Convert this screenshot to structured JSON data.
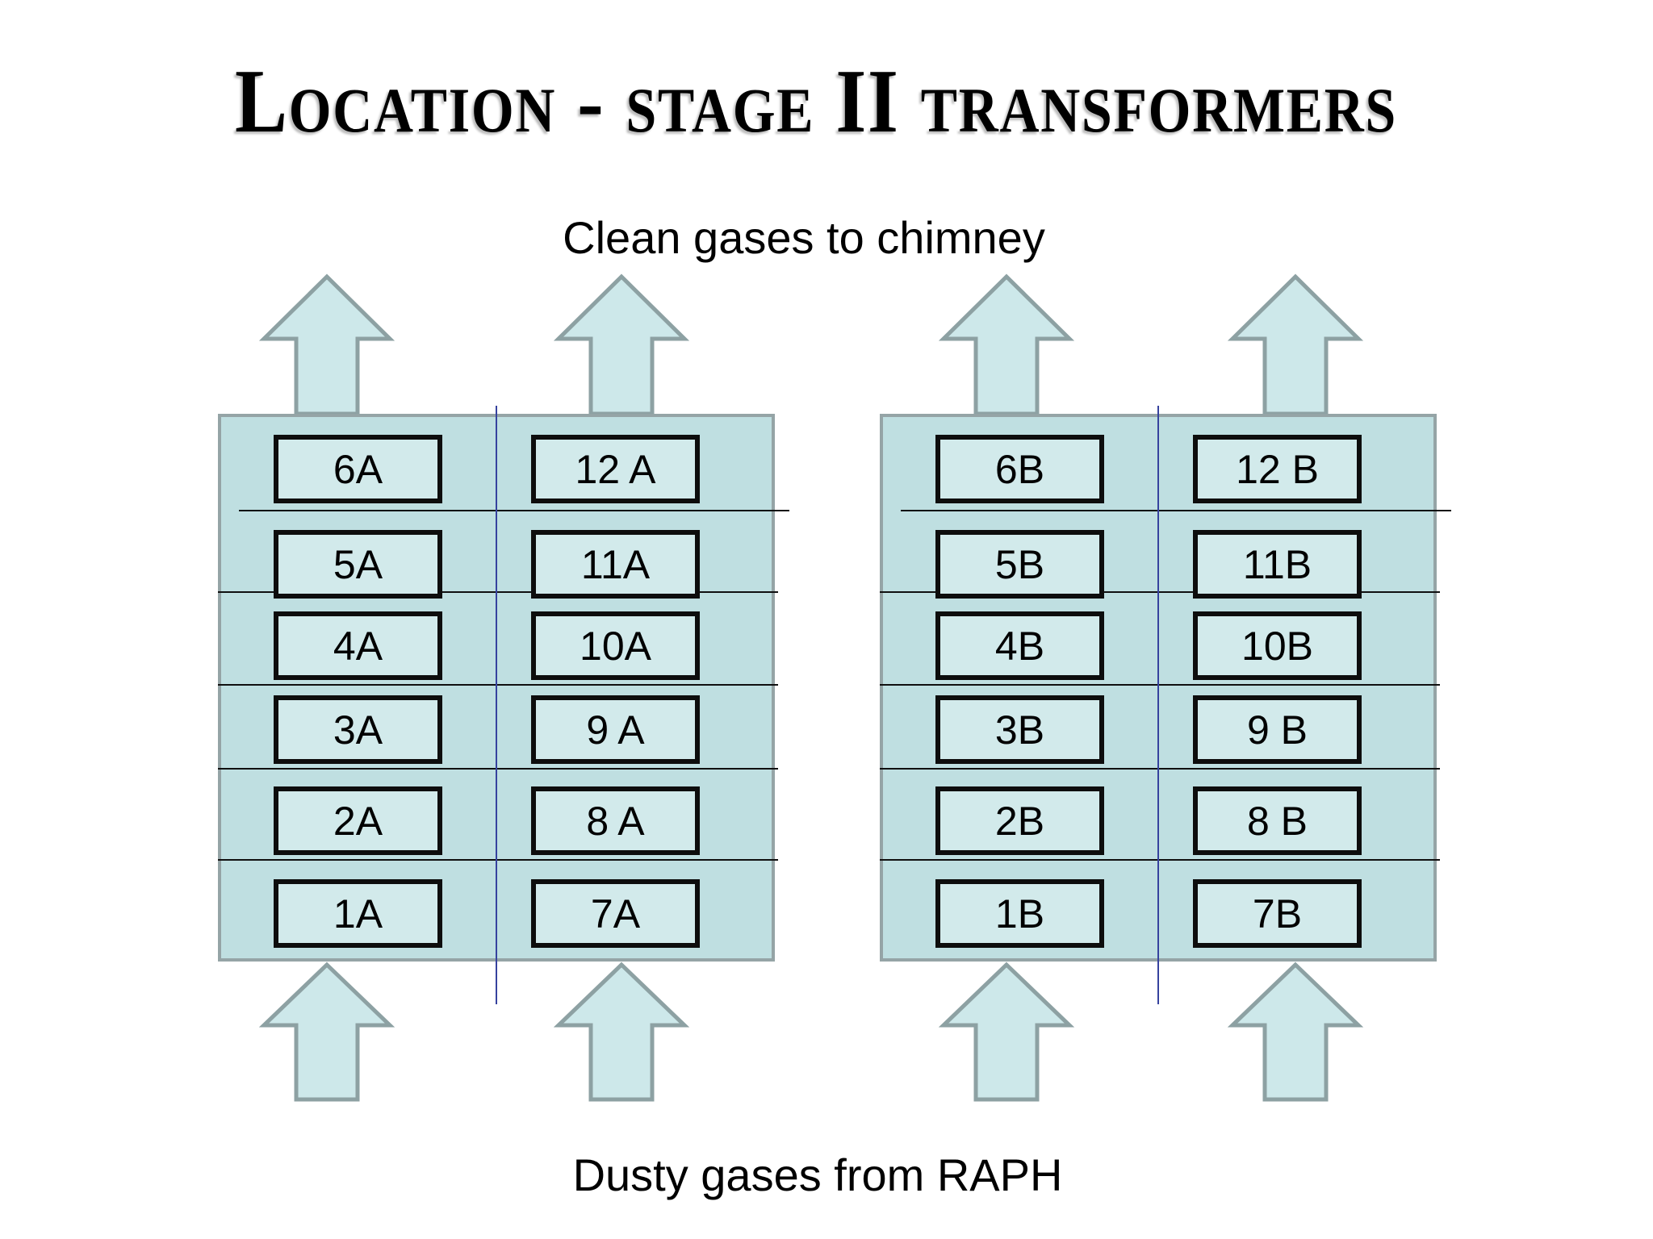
{
  "title": "Location - stage II transformers",
  "captions": {
    "top": "Clean gases to chimney",
    "bottom": "Dusty gases from RAPH"
  },
  "panels": [
    {
      "id": "A",
      "left_column": [
        "6A",
        "5A",
        "4A",
        "3A",
        "2A",
        "1A"
      ],
      "right_column": [
        "12 A",
        "11A",
        "10A",
        "9 A",
        "8 A",
        "7A"
      ]
    },
    {
      "id": "B",
      "left_column": [
        "6B",
        "5B",
        "4B",
        "3B",
        "2B",
        "1B"
      ],
      "right_column": [
        "12 B",
        "11B",
        "10B",
        "9 B",
        "8 B",
        "7B"
      ]
    }
  ],
  "flow": {
    "direction": "up",
    "top_arrows_per_panel": 2,
    "bottom_arrows_per_panel": 2
  },
  "colors": {
    "background": "#ffffff",
    "panel_fill": "#bfdfe1",
    "panel_border": "#95a4a6",
    "box_fill": "#d2eaeb",
    "box_border": "#0d0d0d",
    "arrow_fill": "#cde8ea",
    "arrow_border": "#8da1a3",
    "divider_blue": "#36429e",
    "separator_line": "#101010",
    "text": "#000000"
  }
}
